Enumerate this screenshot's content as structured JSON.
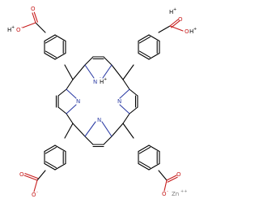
{
  "molecule": {
    "atom_labels": {
      "n_top": "N",
      "h_top": "H",
      "n_left": "N",
      "n_right": "N",
      "n_bottom": "N",
      "o_tl": "O",
      "o_tr": "O",
      "o_bl": "O",
      "o_br": "O",
      "h_tl": "H",
      "h_tr_a": "H",
      "h_tr_b": "H",
      "zn": "Zn"
    },
    "charges": {
      "plus": "+",
      "minus": "-",
      "double_plus": "++"
    },
    "colors": {
      "bond": "#000000",
      "nitrogen": "#2f3fa6",
      "oxygen": "#c71b1b",
      "zinc": "#7a7a7a"
    }
  }
}
